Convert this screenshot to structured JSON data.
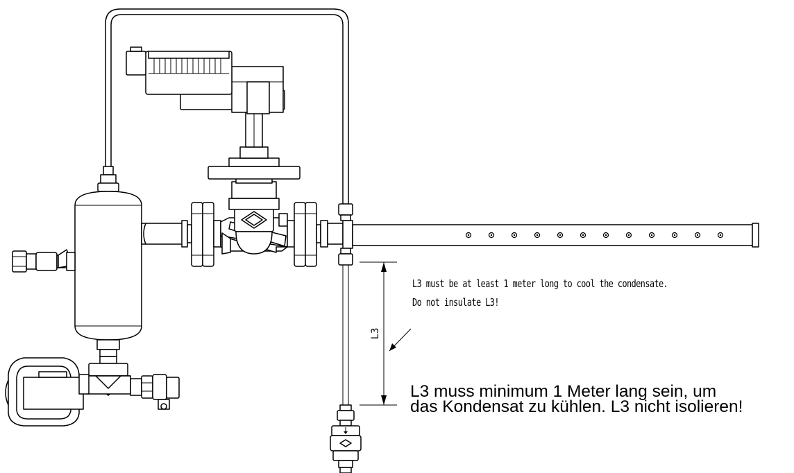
{
  "dimension": {
    "label": "L3"
  },
  "notes": {
    "english": {
      "line1": "L3 must be at least 1 meter long to cool the condensate.",
      "line2": "Do not insulate L3!"
    },
    "german": {
      "line1": "L3 muss minimum 1 Meter lang sein, um",
      "line2": "das Kondensat zu kühlen. L3 nicht isolieren!"
    }
  },
  "colors": {
    "line": "#000000",
    "background": "#ffffff"
  },
  "nozzle_count": 12
}
